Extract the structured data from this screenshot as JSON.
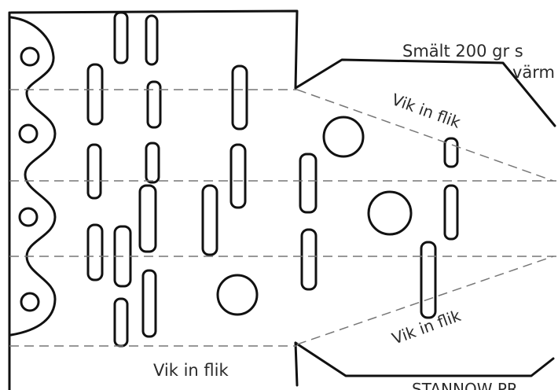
{
  "texts": {
    "recipe_line1": "Smält 200 gr s",
    "recipe_line2": "värm",
    "flap_top": "Vik in flik",
    "flap_bottom_right": "Vik in flik",
    "flap_bottom_left": "Vik in flik",
    "footer": "STANNOW PR"
  },
  "colors": {
    "outline": "#111111",
    "fold_line": "#777777",
    "text": "#2a2a2a"
  }
}
